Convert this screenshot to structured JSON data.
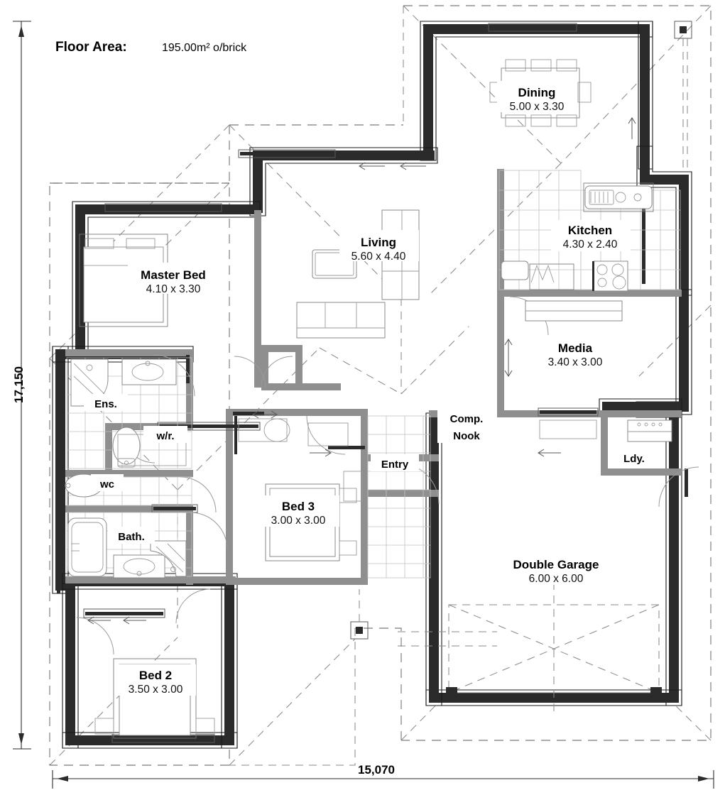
{
  "header": {
    "floor_area_label": "Floor Area:",
    "floor_area_value": "195.00m² o/brick"
  },
  "dimensions": {
    "overall_height": "17,150",
    "overall_width": "15,070"
  },
  "rooms": [
    {
      "id": "dining",
      "name": "Dining",
      "size": "5.00 x 3.30"
    },
    {
      "id": "living",
      "name": "Living",
      "size": "5.60 x 4.40"
    },
    {
      "id": "kitchen",
      "name": "Kitchen",
      "size": "4.30 x 2.40"
    },
    {
      "id": "master",
      "name": "Master Bed",
      "size": "4.10 x 3.30"
    },
    {
      "id": "media",
      "name": "Media",
      "size": "3.40 x 3.00"
    },
    {
      "id": "bed3",
      "name": "Bed 3",
      "size": "3.00 x 3.00"
    },
    {
      "id": "bed2",
      "name": "Bed 2",
      "size": "3.50 x 3.00"
    },
    {
      "id": "garage",
      "name": "Double Garage",
      "size": "6.00 x 6.00"
    }
  ],
  "small_rooms": [
    {
      "id": "ens",
      "name": "Ens."
    },
    {
      "id": "wr",
      "name": "w/r."
    },
    {
      "id": "wc",
      "name": "wc"
    },
    {
      "id": "bath",
      "name": "Bath."
    },
    {
      "id": "entry",
      "name": "Entry"
    },
    {
      "id": "ldy",
      "name": "Ldy."
    }
  ],
  "multiline_rooms": [
    {
      "id": "comp_nook",
      "line1": "Comp.",
      "line2": "Nook"
    }
  ],
  "colors": {
    "wall_dark": "#2b2b2b",
    "wall_light": "#8f8f8f",
    "roof_dash": "#7b7b7b",
    "tile_grid": "#c2c2c2",
    "text": "#000000",
    "paper": "#ffffff"
  }
}
